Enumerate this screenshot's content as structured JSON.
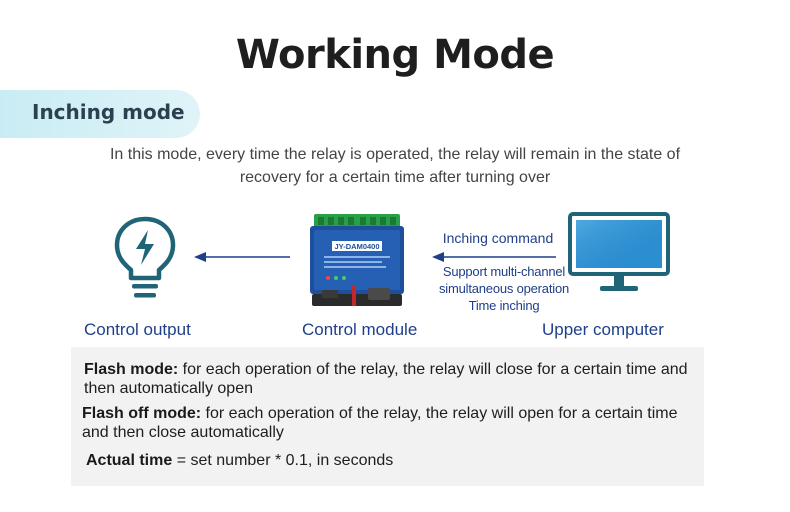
{
  "title": "Working Mode",
  "mode_tab": "Inching mode",
  "description": "In this mode, every time the relay is operated, the relay will remain in the state of recovery for a certain time after turning over",
  "diagram": {
    "command_label": "Inching command",
    "support_lines": [
      "Support multi-channel",
      "simultaneous operation",
      "Time inching"
    ],
    "module_label": "JY-DAM0400",
    "captions": {
      "output": "Control output",
      "module": "Control module",
      "upper": "Upper computer"
    }
  },
  "info": {
    "flash_term": "Flash mode:",
    "flash_text": " for each operation of the relay, the relay will close for a certain time and then automatically open",
    "off_term": "Flash off mode:",
    "off_text": " for each operation of the relay, the relay will open for a certain time and then close automatically",
    "time_term": "Actual time",
    "time_text": " = set number * 0.1, in seconds"
  },
  "colors": {
    "accent_blue": "#1f3f8a",
    "icon_teal": "#1f6577",
    "tab_bg": "#c9ecf4",
    "monitor_blue": "#2a8fd1",
    "module_blue": "#1d4f9c"
  },
  "icons": [
    "lightbulb-bolt-icon",
    "arrow-left-icon",
    "relay-module-icon",
    "monitor-icon"
  ]
}
